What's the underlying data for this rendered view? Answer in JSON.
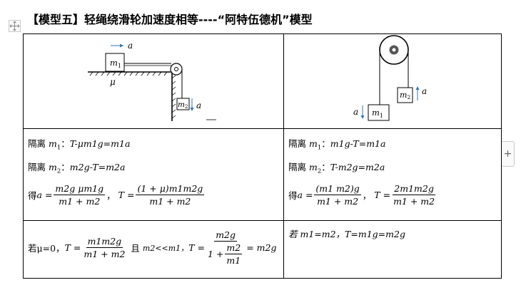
{
  "title": "【模型五】轻绳绕滑轮加速度相等----“阿特伍德机”模型",
  "fig1": {
    "block1": "m",
    "block1_sub": "1",
    "block2": "m",
    "block2_sub": "2",
    "accel": "a",
    "friction": "μ"
  },
  "fig2": {
    "block1": "m",
    "block1_sub": "1",
    "block2": "m",
    "block2_sub": "2",
    "accel": "a"
  },
  "left": {
    "iso1_label": "隔离",
    "iso1_mass": "m",
    "iso1_mass_sub": "1",
    "iso1_eq": "T-μm1g=m1a",
    "iso2_label": "隔离",
    "iso2_mass": "m",
    "iso2_mass_sub": "2",
    "iso2_eq": "m2g-T=m2a",
    "result_prefix": "得",
    "result_a_lhs": "a =",
    "result_a_num": "m2g  μm1g",
    "result_a_den": "m1 + m2",
    "result_sep": "，",
    "result_T_lhs": "T =",
    "result_T_num": "(1 + μ)m1m2g",
    "result_T_den": "m1 + m2",
    "extra_prefix": "若μ=0，",
    "extra_T_lhs": "T =",
    "extra_T_num": "m1m2g",
    "extra_T_den": "m1 + m2",
    "extra_and": "且",
    "extra_cond": "m2<<m1，",
    "extra_T2_lhs": "T =",
    "extra_T2_num": "m2g",
    "extra_T2_den_one": "1 +",
    "extra_T2_den_num": "m2",
    "extra_T2_den_den": "m1",
    "extra_T2_rhs": "= m2g"
  },
  "right": {
    "iso1_label": "隔离",
    "iso1_mass": "m",
    "iso1_mass_sub": "1",
    "iso1_eq": "m1g-T=m1a",
    "iso2_label": "隔离",
    "iso2_mass": "m",
    "iso2_mass_sub": "2",
    "iso2_eq": "T-m2g=m2a",
    "result_prefix": "得",
    "result_a_lhs": "a =",
    "result_a_num": "(m1  m2)g",
    "result_a_den": "m1 + m2",
    "result_sep": "，",
    "result_T_lhs": "T =",
    "result_T_num": "2m1m2g",
    "result_T_den": "m1 + m2",
    "extra": "若 m1=m2，T=m1g=m2g"
  }
}
